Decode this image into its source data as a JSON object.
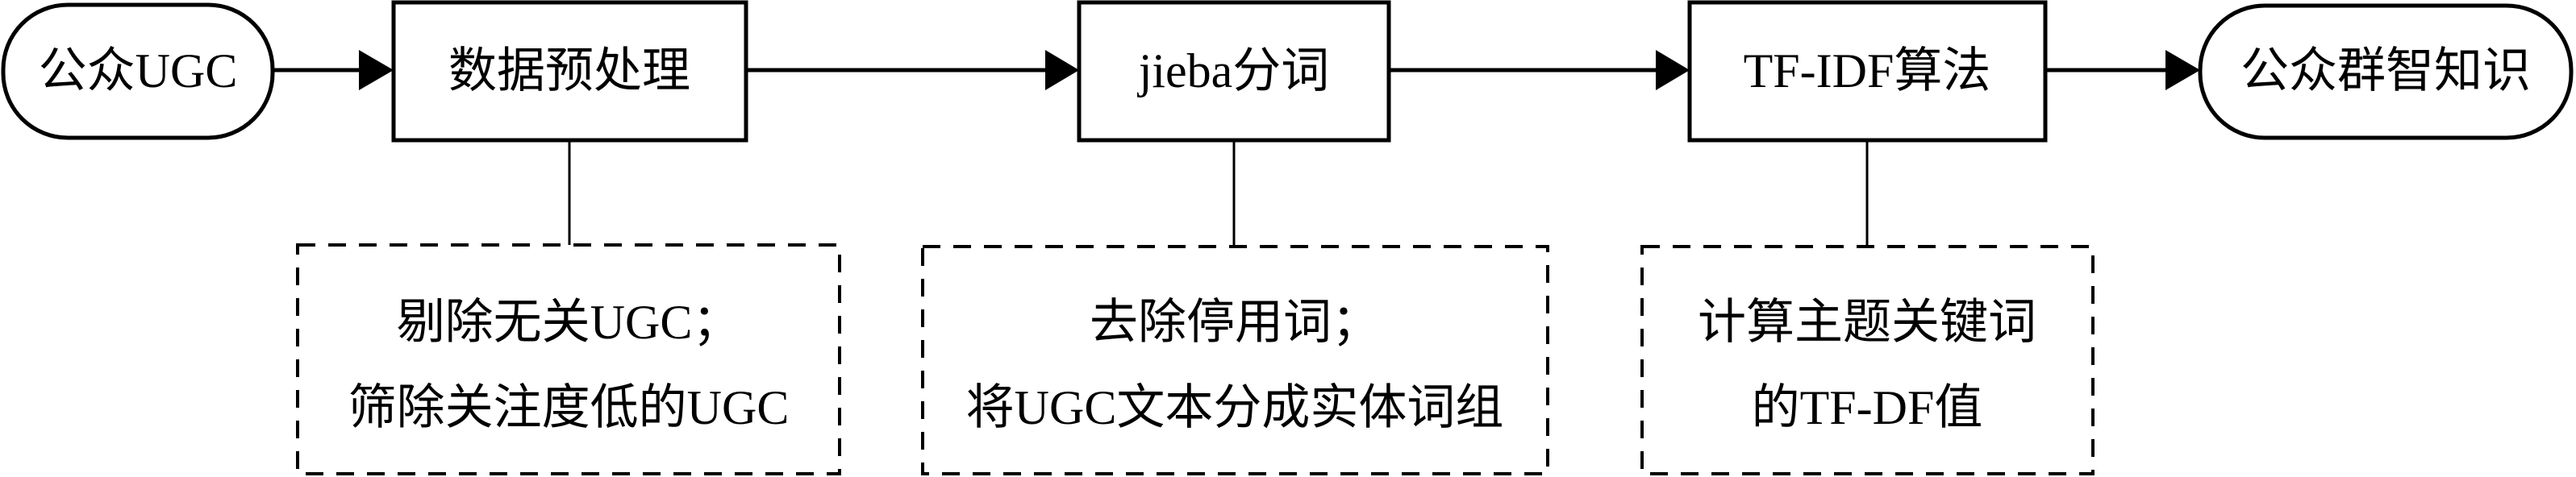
{
  "nodes": {
    "source": "公众UGC",
    "preprocess": "数据预处理",
    "segment": "jieba分词",
    "tfidf": "TF-IDF算法",
    "result": "公众群智知识"
  },
  "notes": {
    "preprocess": [
      "剔除无关UGC；",
      "筛除关注度低的UGC"
    ],
    "segment": [
      "去除停用词；",
      "将UGC文本分成实体词组"
    ],
    "tfidf": [
      "计算主题关键词",
      "的TF-DF值"
    ]
  },
  "colors": {
    "stroke": "#000000",
    "background": "#ffffff"
  }
}
